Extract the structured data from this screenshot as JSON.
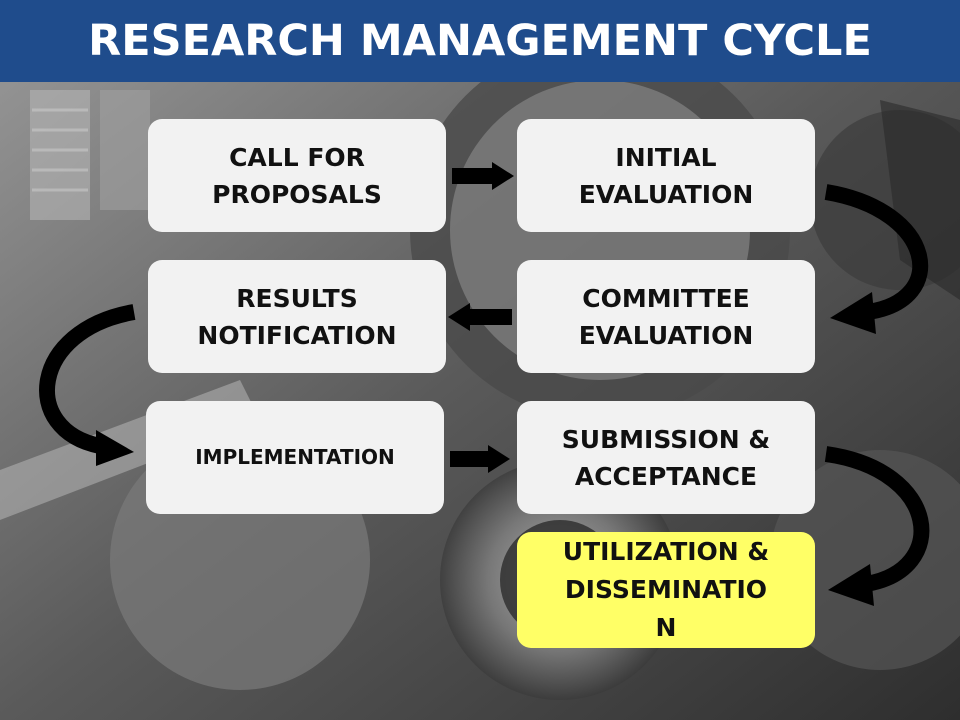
{
  "title": "RESEARCH MANAGEMENT CYCLE",
  "steps": [
    {
      "label": "CALL FOR\nPROPOSALS"
    },
    {
      "label": "INITIAL\nEVALUATION"
    },
    {
      "label": "COMMITTEE\nEVALUATION"
    },
    {
      "label": "RESULTS\nNOTIFICATION"
    },
    {
      "label": "IMPLEMENTATION"
    },
    {
      "label": "SUBMISSION &\nACCEPTANCE"
    },
    {
      "label": "UTILIZATION &\nDISSEMINATIO\nN"
    }
  ],
  "colors": {
    "header": "#1f4c8c",
    "box": "#f2f2f2",
    "highlight": "#ffff66",
    "arrow": "#000000"
  }
}
